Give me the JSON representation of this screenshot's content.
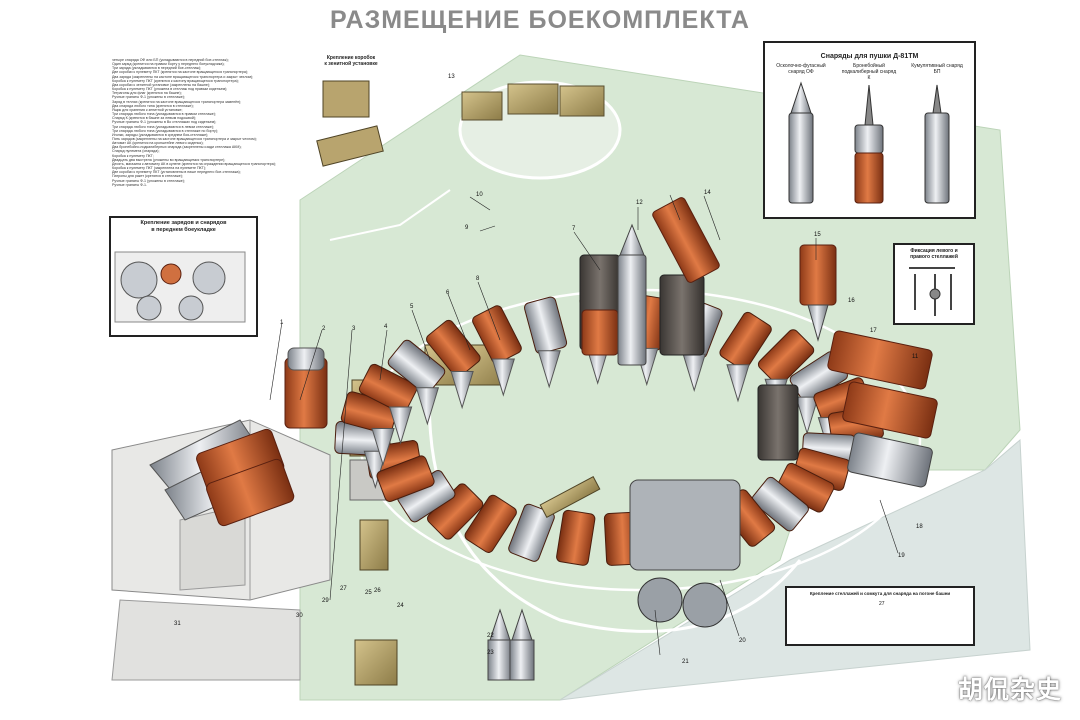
{
  "title": "РАЗМЕЩЕНИЕ БОЕКОМПЛЕКТА",
  "legend_lines": [
    "четыре снаряда ОФ или БП (укладываются в передний бое-стеллаж);",
    "Один заряд (крепится на правом борту у переднего боеукладчика);",
    "Три заряда (укладываются в передний бое-стеллаж);",
    "Две коробки к пулемету ПКТ (крепятся на кастоне вращающегося транспортера);",
    "Два заряда (закреплены на кастоне вращающегося транспортера и закрыт чехлом);",
    "Коробка к пулемету ПКТ (крепится к кастону вращающегося транспортера);",
    "Два коробки к зенитной установке (закреплены на башне);",
    "Коробка к пулемету ПКТ (уложена в стеллаж под правым сиденьем);",
    "Тетрагоны для флаг (крепятся на башне);",
    "Ручные гранаты Ф-1 (уложены в стеллаже);",
    "Заряд в теллах (крепится на кастоне вращающегося транспортера заменён);",
    "Два снаряда любого типа (крепятся в стеллаже);",
    "Ящик для хранения к зенитной установке;",
    "Три снаряда любого типа (укладываются в правом стеллаже);",
    "Снаряд К (крепится в башне за левым подошвой);",
    "Ручные гранаты Ф-1 (уложены в Во стеллажах под сиденьем);",
    "Три снаряда любого типа (укладываются в левом стеллаже);",
    "Три снаряда любого типа (укладываются в стеллаже по борту);",
    "Иголки, заряды (укладываются в среднем боя-стеллаже);",
    "Пять зарядов (закреплены на кастоне вращающегося транспортера и закрыт чехлом);",
    "Автомат АК (крепится на кронштейне левого сиденья);",
    "Два бронебойно-подкалиберных снаряда (закреплены сзади стеллажа АКМ);",
    "Снаряд пулемета (снаряда);",
    "Коробка к пулемету ПКТ;",
    "Двадцать два выстрела (уложены во вращающемся транспортере);",
    "Десять, магазина к автомату АК в кулене (крепятся на ограждении вращающегося транспортера);",
    "Коробка к пулемету ПКТ (закреплена на пулемете ПКТ);",
    "Две коробки к пулемету ПКТ (установлены в нише переднего бое-стеллажа);",
    "Патроны для ракет (крепятся в стеллаже);",
    "Ручные гранаты Ф-1 (уложены в стеллаже);",
    "Ручные гранаты Ф-1."
  ],
  "panels": {
    "mount_boxes": {
      "title_line1": "Крепление коробок",
      "title_line2": "к зенитной установке"
    },
    "front_rack": {
      "title_line1": "Крепление зарядов и снарядов",
      "title_line2": "в переднем боеукладке"
    },
    "shells": {
      "title": "Снаряды для пушки Д-81ТМ",
      "shell1_label": "Осколочно-фугасный снаряд ОФ",
      "shell2_label": "Бронебойный подкалиберный снаряд К",
      "shell3_label": "Кумулятивный снаряд БП"
    },
    "racks_fix": {
      "title_line1": "Фиксация левого и",
      "title_line2": "правого стеллажей"
    },
    "turret_mount": {
      "title": "Крепление стеллажей и сомкута для снаряда на погоне башни",
      "number": "27"
    }
  },
  "callouts": [
    "1",
    "2",
    "3",
    "4",
    "5",
    "6",
    "7",
    "8",
    "9",
    "10",
    "11",
    "12",
    "13",
    "14",
    "15",
    "16",
    "17",
    "18",
    "19",
    "20",
    "21",
    "22",
    "23",
    "24",
    "25",
    "26",
    "27",
    "29",
    "30",
    "31"
  ],
  "watermark": "胡侃杂史",
  "colors": {
    "hull_green": "#d7e8d4",
    "charge_orange": "#c45a2c",
    "shell_silver": "#c8ccd2",
    "box_khaki": "#b8a46e",
    "dark_case": "#5a5550"
  }
}
